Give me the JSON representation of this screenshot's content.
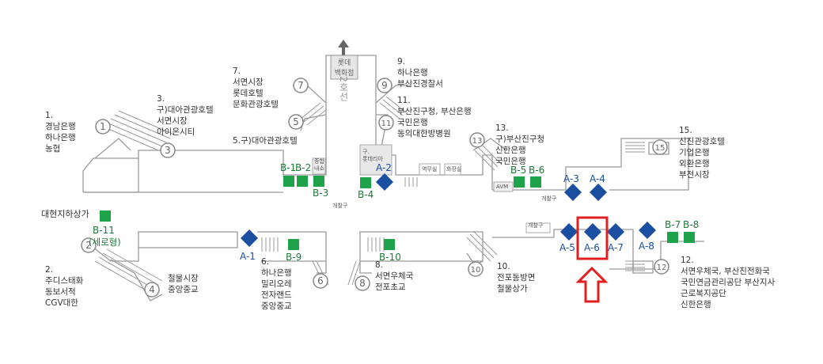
{
  "colors": {
    "corridor_stroke": "#9a9a9a",
    "text": "#333333",
    "b_marker": "#1fa34a",
    "a_marker": "#1a4ea0",
    "highlight": "#e02020",
    "b_text": "#1f7a3a",
    "a_text": "#1a4ea0"
  },
  "exits": [
    {
      "num": "1",
      "lines": [
        "1.",
        "경남은행",
        "하나은행",
        "농협"
      ]
    },
    {
      "num": "2",
      "lines": [
        "2.",
        "주디스태화",
        "동보서적",
        "CGV대한"
      ]
    },
    {
      "num": "3",
      "lines": [
        "3.",
        "구)대아관광호텔",
        "서면시장",
        "아이온시티"
      ]
    },
    {
      "num": "4",
      "lines": [
        "철물시장",
        "중앙중교"
      ]
    },
    {
      "num": "5",
      "lines": [
        "5.구)대아관광호텔"
      ]
    },
    {
      "num": "6",
      "lines": [
        "6.",
        "하나은행",
        "밀리오레",
        "전자랜드",
        "중앙중교"
      ]
    },
    {
      "num": "7",
      "lines": [
        "7.",
        "서면시장",
        "롯데호텔",
        "문화관광호텔"
      ]
    },
    {
      "num": "8",
      "lines": [
        "8.",
        "서면우체국",
        "전포초교"
      ]
    },
    {
      "num": "9",
      "lines": [
        "9.",
        "하나은행",
        "부산진경찰서"
      ]
    },
    {
      "num": "10",
      "lines": [
        "10.",
        "전포동방면",
        "철물상가"
      ]
    },
    {
      "num": "11",
      "lines": [
        "11.",
        "부산진구청, 부산은행",
        "국민은행",
        "동의대한방병원"
      ]
    },
    {
      "num": "12",
      "lines": [
        "12.",
        "서면우체국, 부산진전화국",
        "국민연금관리공단 부산지사",
        "근로복지공단",
        "신한은행"
      ]
    },
    {
      "num": "13",
      "lines": [
        "13.",
        "구)부산진구청",
        "신한은행",
        "국민은행"
      ]
    },
    {
      "num": "15",
      "lines": [
        "15.",
        "신진관광호텔",
        "기업은행",
        "외환은행",
        "부전시장"
      ]
    }
  ],
  "center": {
    "lotte_label": "롯데\n백화점",
    "line_label": "2호선",
    "old_lotte": "구.\n롯데리아",
    "station_office": "역무실",
    "toilet": "화장실",
    "avm": "AVM",
    "info_center": "종합\n내소",
    "gate_1": "개찰구",
    "gate_2": "개찰구",
    "gate_3": "개찰구"
  },
  "other_labels": {
    "daehyun": "대현지하상가",
    "b11_note": "(세로형)"
  },
  "b_markers": [
    {
      "label": "B-1"
    },
    {
      "label": "B-2"
    },
    {
      "label": "B-3"
    },
    {
      "label": "B-4"
    },
    {
      "label": "B-5"
    },
    {
      "label": "B-6"
    },
    {
      "label": "B-7"
    },
    {
      "label": "B-8"
    },
    {
      "label": "B-9"
    },
    {
      "label": "B-10"
    },
    {
      "label": "B-11"
    }
  ],
  "a_markers": [
    {
      "label": "A-1"
    },
    {
      "label": "A-2"
    },
    {
      "label": "A-3"
    },
    {
      "label": "A-4"
    },
    {
      "label": "A-5"
    },
    {
      "label": "A-6"
    },
    {
      "label": "A-7"
    },
    {
      "label": "A-8"
    }
  ],
  "highlighted_marker": "A-6",
  "icons": {
    "north_arrow": "arrow-up-icon",
    "pointer": "hollow-up-arrow-icon"
  }
}
